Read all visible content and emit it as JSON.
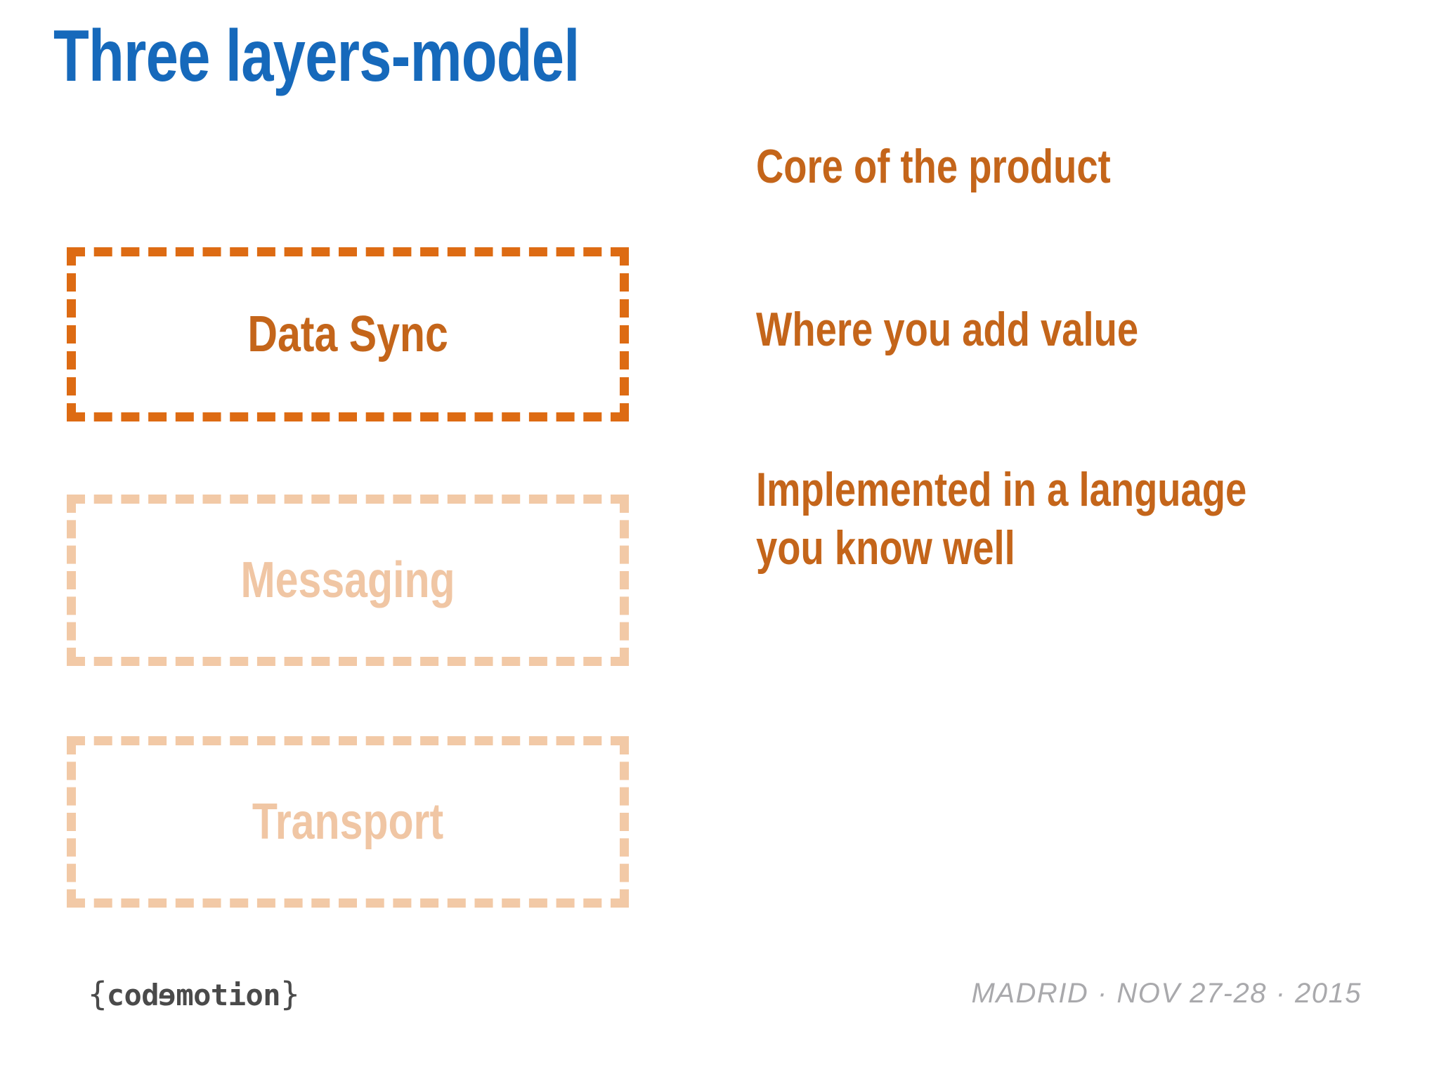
{
  "slide": {
    "title": "Three layers-model",
    "background_color": "#ffffff",
    "title_color": "#1669bb"
  },
  "colors": {
    "title_blue": "#1669bb",
    "accent_orange": "#dd6b13",
    "text_orange": "#c4651a",
    "muted_peach": "#f2c9a6",
    "muted_text": "#f0c6a4",
    "footer_gray": "#a9a9ac",
    "logo_gray": "#4a4a4a"
  },
  "layers": [
    {
      "label": "Data Sync",
      "state": "active",
      "border_color": "#dd6b13",
      "text_color": "#c4651a"
    },
    {
      "label": "Messaging",
      "state": "dim",
      "border_color": "#f2c9a6",
      "text_color": "#f0c6a4"
    },
    {
      "label": "Transport",
      "state": "dim",
      "border_color": "#f2c9a6",
      "text_color": "#f0c6a4"
    }
  ],
  "annotations": [
    {
      "text": "Core of the product"
    },
    {
      "text": "Where you add value"
    },
    {
      "text": "Implemented in a language\nyou know well"
    }
  ],
  "footer": {
    "logo": {
      "open_brace": "{",
      "part1": "cod",
      "glyph": "e",
      "part2": "motion",
      "close_brace": "}"
    },
    "event": "MADRID · NOV 27-28 · 2015"
  }
}
